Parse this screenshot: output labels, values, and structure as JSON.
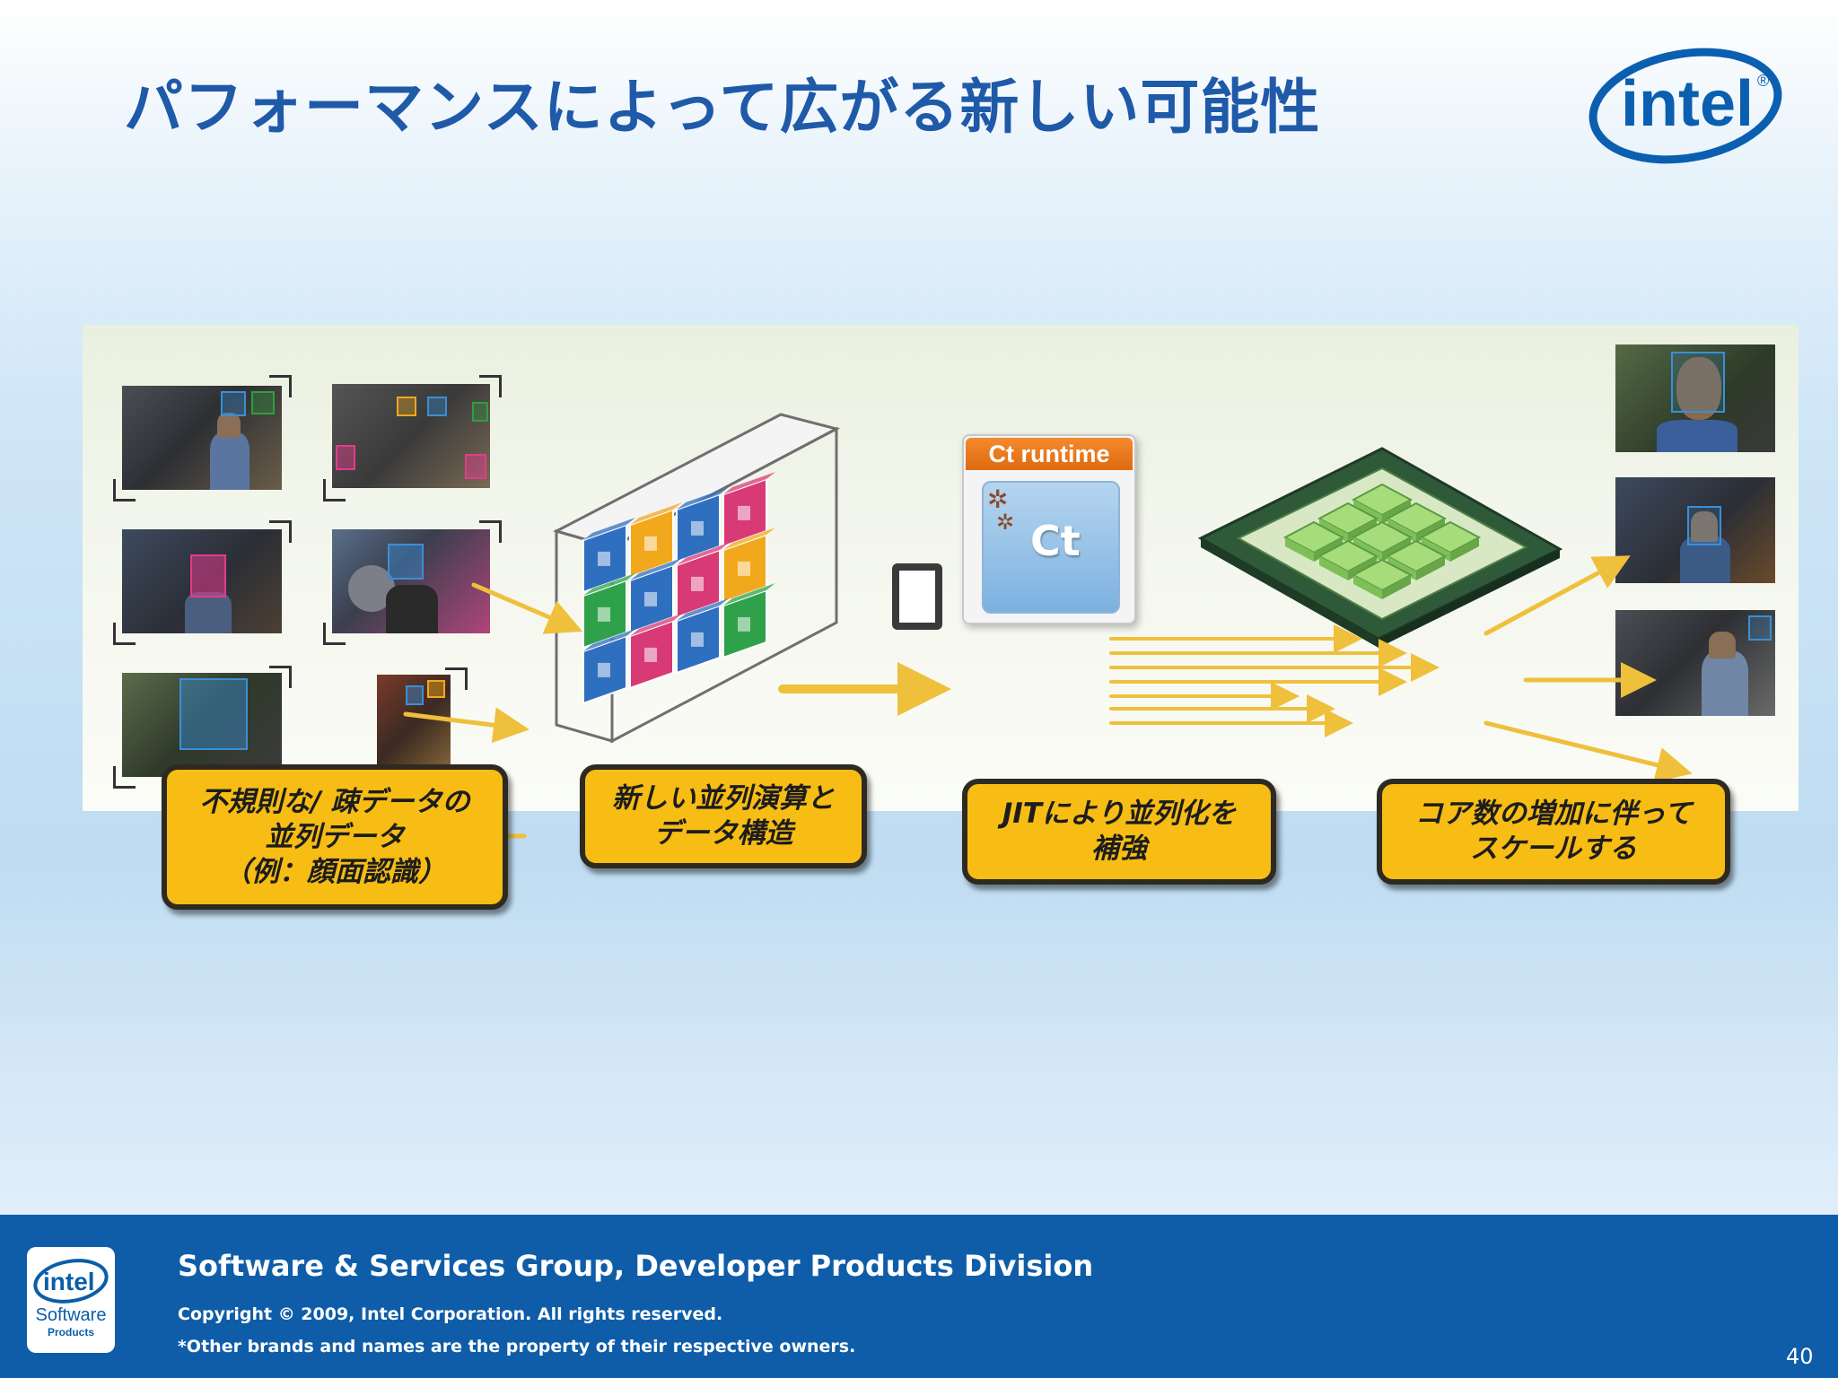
{
  "slide": {
    "title": "パフォーマンスによって広がる新しい可能性",
    "page_number": "40"
  },
  "logo": {
    "text": "intel",
    "registered_mark": "®"
  },
  "diagram": {
    "ct_card": {
      "header": "Ct runtime",
      "icon_text": "Ct"
    },
    "callouts": [
      "不規則な/ 疎データの\n並列データ\n（例：顔面認識）",
      "新しい並列演算と\nデータ構造",
      "JITにより並列化を\n補強",
      "コア数の増加に伴って\nスケールする"
    ],
    "face_box_colors": [
      "#2f9e3f",
      "#3a8fd6",
      "#e23b8c",
      "#f2a81d"
    ]
  },
  "footer": {
    "group": "Software & Services Group, Developer Products Division",
    "copyright": "Copyright © 2009, Intel Corporation. All rights reserved.",
    "brands": "*Other brands and names are the property of their respective owners.",
    "logo_text": "intel",
    "logo_software": "Software",
    "logo_products": "Products",
    "background_color": "#0f5da8"
  }
}
